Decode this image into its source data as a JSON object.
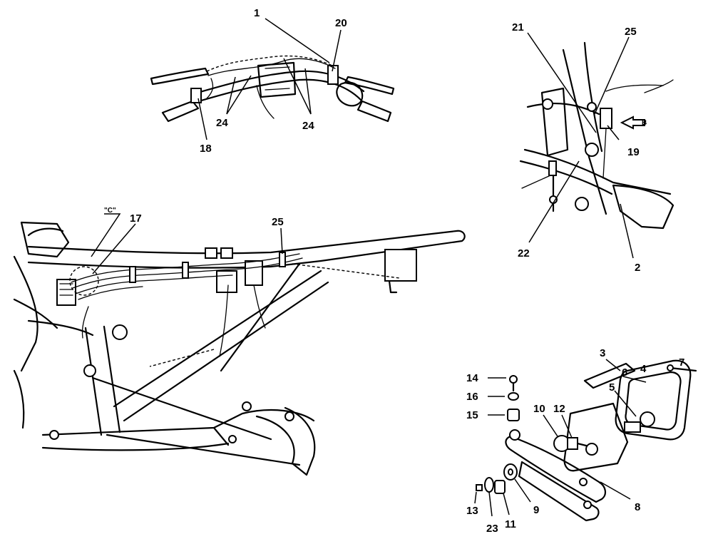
{
  "callouts": {
    "c1": "1",
    "c20": "20",
    "c24a": "24",
    "c24b": "24",
    "c18": "18",
    "c21": "21",
    "c25a": "25",
    "c19": "19",
    "c22": "22",
    "c2": "2",
    "c17": "17",
    "c25b": "25",
    "cC": "\"C\"",
    "c3": "3",
    "c7": "7",
    "c6": "6",
    "c4": "4",
    "c5": "5",
    "c14": "14",
    "c16": "16",
    "c15": "15",
    "c10": "10",
    "c12": "12",
    "c8": "8",
    "c9": "9",
    "c11": "11",
    "c23": "23",
    "c13": "13",
    "arrowB": "B"
  }
}
